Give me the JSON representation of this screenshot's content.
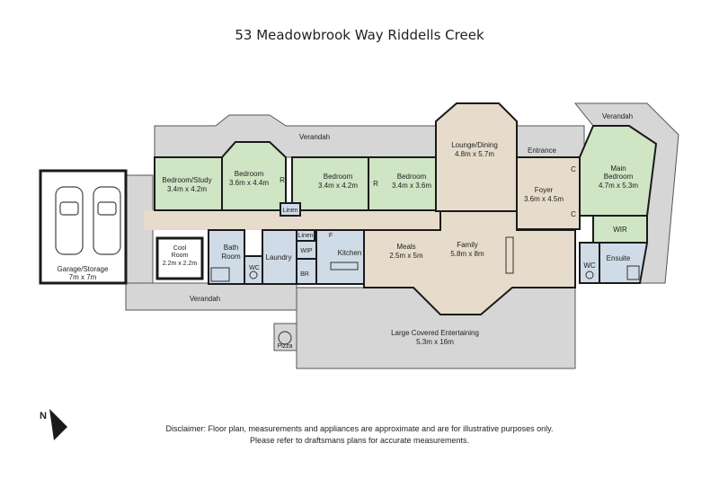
{
  "title": "53 Meadowbrook Way Riddells Creek",
  "rooms": {
    "bedroom_study": {
      "name": "Bedroom/Study",
      "dims": "3.4m x 4.2m"
    },
    "bedroom2": {
      "name": "Bedroom",
      "dims": "3.6m x 4.4m"
    },
    "bedroom3": {
      "name": "Bedroom",
      "dims": "3.4m x 4.2m"
    },
    "bedroom4": {
      "name": "Bedroom",
      "dims": "3.4m x 3.6m"
    },
    "lounge": {
      "name": "Lounge/Dining",
      "dims": "4.8m x 5.7m"
    },
    "foyer": {
      "name": "Foyer",
      "dims": "3.6m x 4.5m"
    },
    "main_bedroom": {
      "name1": "Main",
      "name2": "Bedroom",
      "dims": "4.7m x 5.3m"
    },
    "garage": {
      "name": "Garage/Storage",
      "dims": "7m x 7m"
    },
    "cool_room": {
      "name1": "Cool",
      "name2": "Room",
      "dims": "2.2m x 2.2m"
    },
    "bath": {
      "name1": "Bath",
      "name2": "Room"
    },
    "meals": {
      "name": "Meals",
      "dims": "2.5m x 5m"
    },
    "family": {
      "name": "Family",
      "dims": "5.8m x 8m"
    },
    "entertaining": {
      "name": "Large Covered Entertaining",
      "dims": "5.3m x 16m"
    }
  },
  "labels": {
    "verandah": "Verandah",
    "entrance": "Entrance",
    "linen": "Linen",
    "laundry": "Laundry",
    "wc": "WC",
    "wip": "WIP",
    "br": "BR",
    "kitchen": "Kitchen",
    "f": "F",
    "r": "R",
    "c": "C",
    "wir": "WIR",
    "ensuite": "Ensuite",
    "pizza": "Pizza",
    "north": "N"
  },
  "disclaimer": {
    "line1": "Disclaimer: Floor plan, measurements and appliances are approximate and are for illustrative purposes only.",
    "line2": "Please refer to draftsmans plans for accurate measurements."
  },
  "colors": {
    "verandah": "#d6d6d6",
    "living": "#e7dccb",
    "bedroom": "#cfe5c4",
    "wet": "#cfdbe6",
    "wall": "#1a1a1a"
  }
}
